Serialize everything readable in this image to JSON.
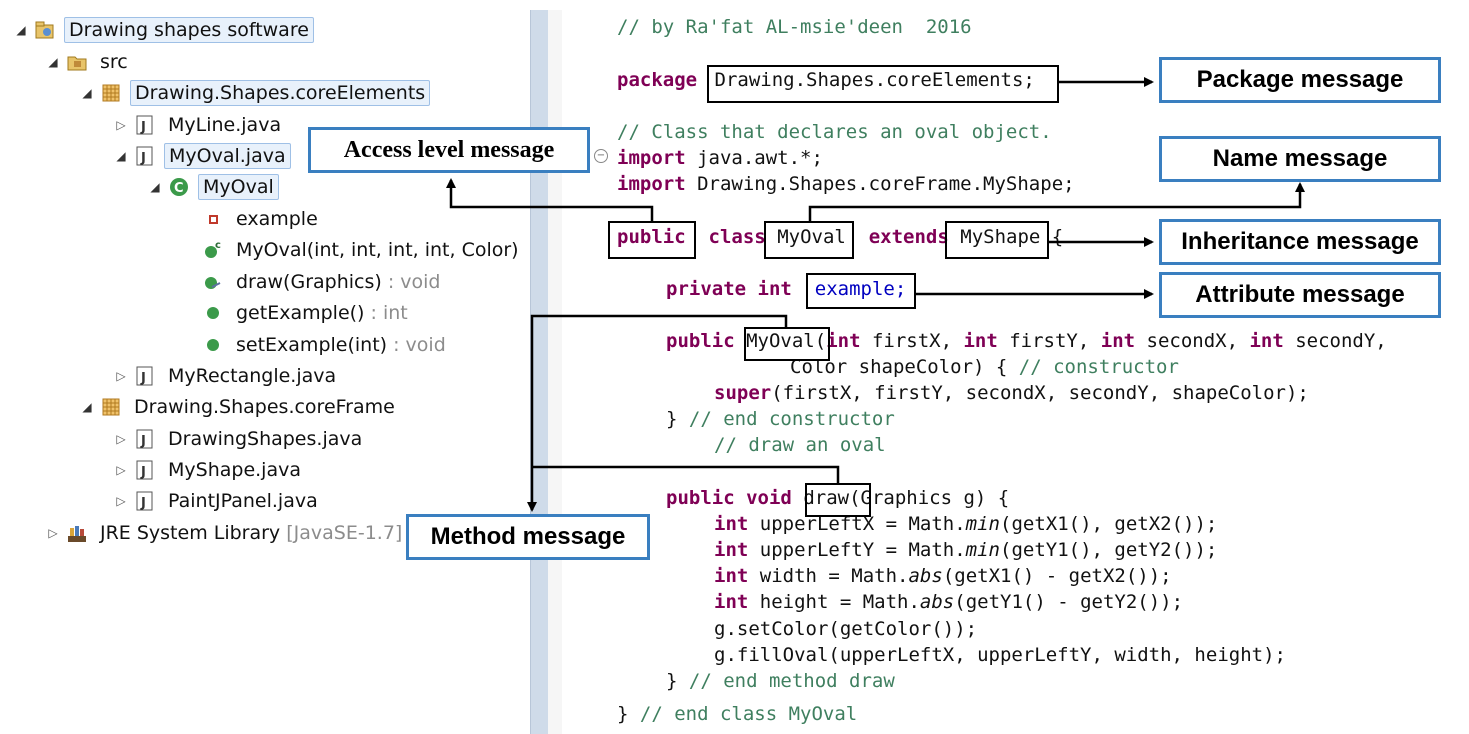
{
  "tree": {
    "project": "Drawing shapes software",
    "src": "src",
    "pkg_core_elements": "Drawing.Shapes.coreElements",
    "file_myline": "MyLine.java",
    "file_myoval": "MyOval.java",
    "class_myoval": "MyOval",
    "field_example": "example",
    "ctor": "MyOval(int, int, int, int, Color)",
    "m_draw": "draw(Graphics)",
    "m_draw_type": " : void",
    "m_get": "getExample()",
    "m_get_type": " : int",
    "m_set": "setExample(int)",
    "m_set_type": " : void",
    "file_myrect": "MyRectangle.java",
    "pkg_core_frame": "Drawing.Shapes.coreFrame",
    "file_drawingshapes": "DrawingShapes.java",
    "file_myshape": "MyShape.java",
    "file_paintjpanel": "PaintJPanel.java",
    "jre": "JRE System Library",
    "jre_version": " [JavaSE-1.7]"
  },
  "code": {
    "l_comment_author": "// by Ra'fat AL-msie'deen  2016",
    "kw_package": "package",
    "package_name": "Drawing.Shapes.coreElements;",
    "l_comment_class": "// Class that declares an oval object.",
    "kw_import": "import",
    "import1": " java.awt.*;",
    "import2": " Drawing.Shapes.coreFrame.MyShape;",
    "kw_public": "public",
    "kw_class": "class",
    "class_name": "MyOval",
    "kw_extends": "extends",
    "super_name": "MyShape",
    "brace_open": " {",
    "kw_private": "private",
    "kw_int": "int",
    "field_name": "example;",
    "ctor_name": "MyOval",
    "ctor_params_a": "(",
    "ctor_p1": " firstX, ",
    "ctor_p2": " firstY, ",
    "ctor_p3": " secondX, ",
    "ctor_p4": " secondY,",
    "ctor_line2": "Color shapeColor) { ",
    "ctor_line2_comment": "// constructor",
    "kw_super": "super",
    "super_args": "(firstX, firstY, secondX, secondY, shapeColor);",
    "close_brace": "} ",
    "end_ctor_comment": "// end constructor",
    "draw_oval_comment": "// draw an oval",
    "kw_void": "void",
    "method_name": "draw",
    "method_params": "(Graphics g) {",
    "b1_a": " upperLeftX = Math.",
    "b1_fn": "min",
    "b1_b": "(getX1(), getX2());",
    "b2_a": " upperLeftY = Math.",
    "b2_fn": "min",
    "b2_b": "(getY1(), getY2());",
    "b3_a": " width = Math.",
    "b3_fn": "abs",
    "b3_b": "(getX1() - getX2());",
    "b4_a": " height = Math.",
    "b4_fn": "abs",
    "b4_b": "(getY1() - getY2());",
    "b5": "g.setColor(getColor());",
    "b6": "g.fillOval(upperLeftX, upperLeftY, width, height);",
    "end_method_comment": "// end method draw",
    "end_class_comment": "// end class MyOval"
  },
  "messages": {
    "package": "Package message",
    "name": "Name message",
    "inheritance": "Inheritance message",
    "attribute": "Attribute message",
    "access": "Access level message",
    "method": "Method message"
  },
  "colors": {
    "keyword": "#7f0055",
    "comment": "#3f7f5f",
    "field": "#0000c0",
    "callout_border": "#3a7fc0"
  }
}
